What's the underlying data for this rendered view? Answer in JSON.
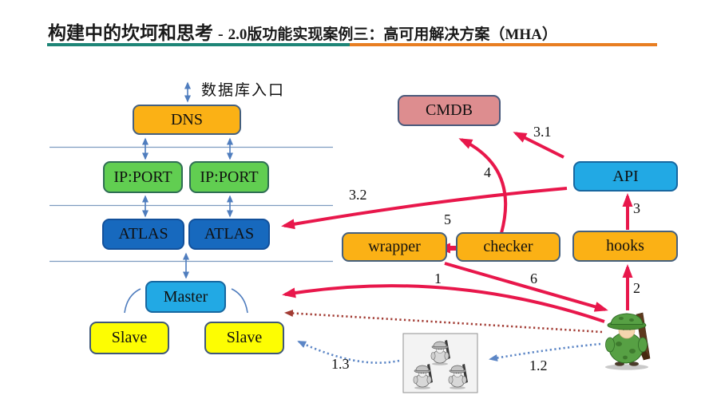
{
  "title": {
    "main": "构建中的坎坷和思考",
    "sep": "-",
    "sub": "2.0版功能实现案例三：高可用解决方案（MHA）"
  },
  "labels": {
    "db_entry": "数据库入口"
  },
  "nodes": {
    "dns": "DNS",
    "ipport1": "IP:PORT",
    "ipport2": "IP:PORT",
    "atlas1": "ATLAS",
    "atlas2": "ATLAS",
    "master": "Master",
    "slave1": "Slave",
    "slave2": "Slave",
    "cmdb": "CMDB",
    "api": "API",
    "wrapper": "wrapper",
    "checker": "checker",
    "hooks": "hooks"
  },
  "steps": {
    "s1": "1",
    "s2": "2",
    "s3": "3",
    "s31": "3.1",
    "s32": "3.2",
    "s4": "4",
    "s5": "5",
    "s6": "6",
    "s12": "1.2",
    "s13": "1.3"
  },
  "colors": {
    "solid_arrow_red": "#E8174B",
    "dotted_arrow_red": "#A23B33",
    "dotted_arrow_blue": "#5C86C6",
    "connector_blue": "#4F7DBE",
    "underline_teal": "#1E8577",
    "underline_orange": "#E87E22",
    "node_orange": "#FBB115",
    "node_green": "#61CE51",
    "node_atlas_blue": "#1769BE",
    "node_cyan": "#22A9E4",
    "node_yellow": "#FDFD02",
    "node_pink": "#DD8D8F"
  }
}
